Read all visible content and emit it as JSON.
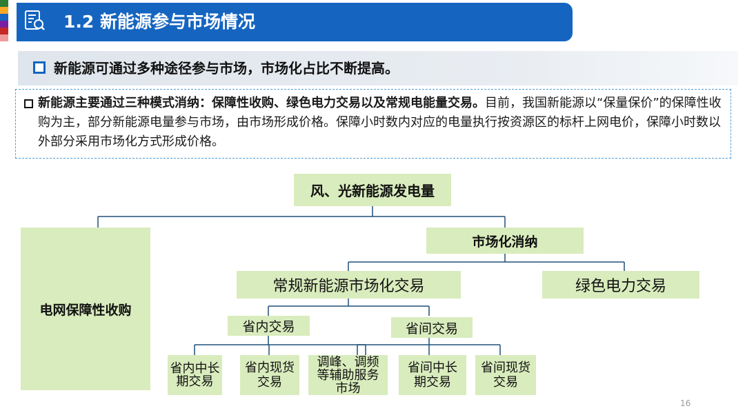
{
  "header": {
    "title": "1.2 新能源参与市场情况",
    "strip_colors": [
      "#2e7d32",
      "#f9a825",
      "#1565c0",
      "#7b1fa2",
      "#c62828",
      "#ef9a9a"
    ]
  },
  "subtitle": "新能源可通过多种途径参与市场，市场化占比不断提高。",
  "description": {
    "bold_part": "新能源主要通过三种模式消纳：保障性收购、绿色电力交易以及常规电能量交易。",
    "normal_part": "目前，我国新能源以“保量保价”的保障性收购为主，部分新能源电量参与市场，由市场形成价格。保障小时数内对应的电量执行按资源区的标杆上网电价，保障小时数以外部分采用市场化方式形成价格。"
  },
  "diagram": {
    "root": "风、光新能源发电量",
    "guarantee": "电网保障性收购",
    "market": "市场化消纳",
    "conventional": "常规新能源市场化交易",
    "green": "绿色电力交易",
    "intra_province": "省内交易",
    "inter_province": "省间交易",
    "leaf_intra_mid_long": "省内中长期交易",
    "leaf_intra_spot": "省内现货交易",
    "leaf_ancillary": "调峰、调频等辅助服务市场",
    "leaf_inter_mid_long": "省间中长期交易",
    "leaf_inter_spot": "省间现货交易"
  },
  "page_number": "16"
}
